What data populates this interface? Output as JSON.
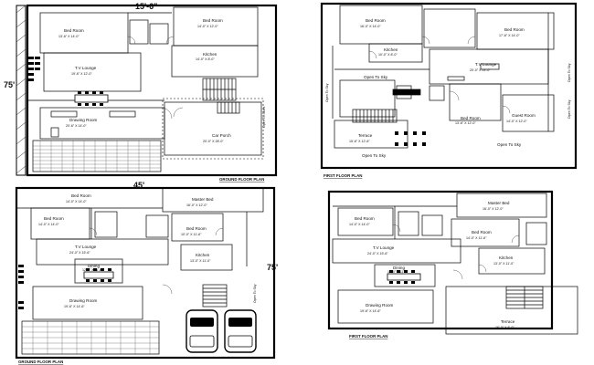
{
  "dimensions": {
    "top_left_plan": "15'-6\"",
    "top_left_side": "75'",
    "bottom_left_top": "45'",
    "bottom_left_side": "75'"
  },
  "plan1": {
    "caption": "GROUND FLOOR PLAN",
    "rooms": [
      {
        "name": "Bed Room",
        "size": "13'-6\" X 14'-0\""
      },
      {
        "name": "Bed Room",
        "size": "14'-0\" X 12'-0\""
      },
      {
        "name": "Kitchen",
        "size": "14'-0\" X 8'-0\""
      },
      {
        "name": "T.V Lounge",
        "size": "19'-6\" X 12'-0\""
      },
      {
        "name": "Drawing Room",
        "size": "20'-6\" X 14'-0\""
      },
      {
        "name": "Car Porch",
        "size": "20'-0\" X 28'-0\""
      }
    ],
    "side_label": "Open To Skies"
  },
  "plan2": {
    "caption": "FIRST FLOOR PLAN",
    "rooms": [
      {
        "name": "Bed Room",
        "size": "16'-0\" X 14'-0\""
      },
      {
        "name": "Bed Room",
        "size": "17'-6\" X 14'-0\""
      },
      {
        "name": "Kitchen",
        "size": "10'-0\" X 8'-0\""
      },
      {
        "name": "T.V Lounge",
        "size": "20'-0\" X 14'-0\""
      },
      {
        "name": "Bed Room",
        "size": "13'-6\" X 12'-0\""
      },
      {
        "name": "Guest Room",
        "size": "14'-0\" X 12'-0\""
      },
      {
        "name": "Terrace",
        "size": "15'-6\" X 12'-6\""
      }
    ],
    "open_labels": [
      "Open To Sky",
      "Open To Sky",
      "Open To Sky"
    ],
    "side_labels": [
      "Open To Sky",
      "Open To Sky",
      "Open To Sky"
    ]
  },
  "plan3": {
    "caption": "GROUND FLOOR PLAN",
    "rooms": [
      {
        "name": "Bed Room",
        "size": "14'-0\" X 14'-0\""
      },
      {
        "name": "Master Bed",
        "size": "16'-0\" X 12'-0\""
      },
      {
        "name": "Bed Room",
        "size": "14'-0\" X 14'-0\""
      },
      {
        "name": "Bed Room",
        "size": "10'-0\" X 11'-6\""
      },
      {
        "name": "T.V Lounge",
        "size": "24'-0\" X 15'-6\""
      },
      {
        "name": "Dining",
        "size": "12'-0\" X 11'-6\""
      },
      {
        "name": "Kitchen",
        "size": "13'-0\" X 11'-0\""
      },
      {
        "name": "Drawing Room",
        "size": "19'-6\" X 14'-6\""
      }
    ],
    "side_label": "Open To Sky"
  },
  "plan4": {
    "caption": "FIRST FLOOR PLAN",
    "rooms": [
      {
        "name": "Master Bed",
        "size": "16'-0\" X 12'-0\""
      },
      {
        "name": "Bed Room",
        "size": "14'-0\" X 14'-0\""
      },
      {
        "name": "Bed Room",
        "size": "14'-0\" X 11'-6\""
      },
      {
        "name": "T.V Lounge",
        "size": "24'-0\" X 15'-6\""
      },
      {
        "name": "Dining",
        "size": "12'-0\" X 11'-0\""
      },
      {
        "name": "Kitchen",
        "size": "13'-0\" X 11'-0\""
      },
      {
        "name": "Drawing Room",
        "size": "19'-6\" X 14'-6\""
      },
      {
        "name": "Terrace",
        "size": "16'-0\" X 8'-0\""
      }
    ]
  }
}
